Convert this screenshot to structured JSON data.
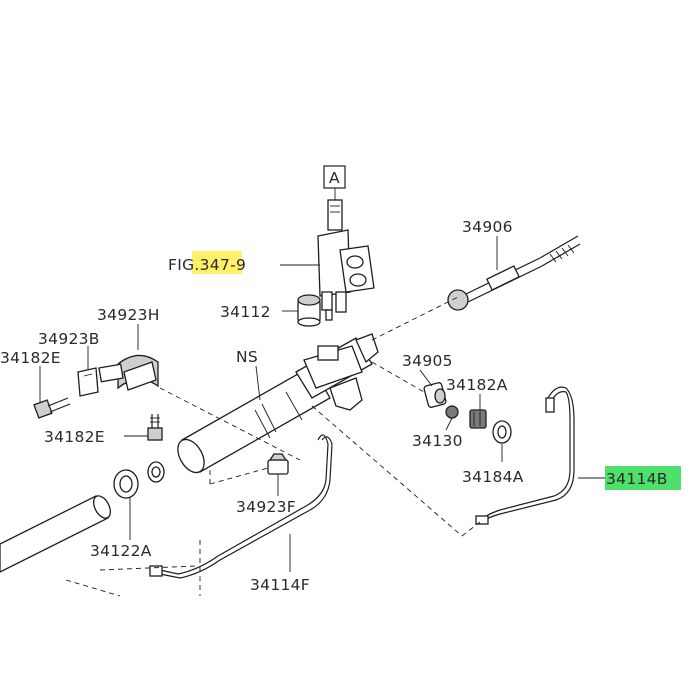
{
  "colors": {
    "highlight_fig": "#fff06a",
    "highlight_part": "#4ee06a",
    "line": "#1e1e1e",
    "label": "#2a2a2a"
  },
  "labels": {
    "view_ref": "A",
    "fig_ref_prefix": "FI",
    "fig_ref_highlight": "G.347",
    "fig_ref_suffix": "-9",
    "p34906": "34906",
    "p34112": "34112",
    "p34923H": "34923H",
    "p34923B": "34923B",
    "p34182E_left": "34182E",
    "p34182E_bottom": "34182E",
    "ns": "NS",
    "p34905": "34905",
    "p34182A": "34182A",
    "p34130": "34130",
    "p34184A": "34184A",
    "p34114B": "34114B",
    "p34923F": "34923F",
    "p34122A": "34122A",
    "p34114F": "34114F"
  }
}
